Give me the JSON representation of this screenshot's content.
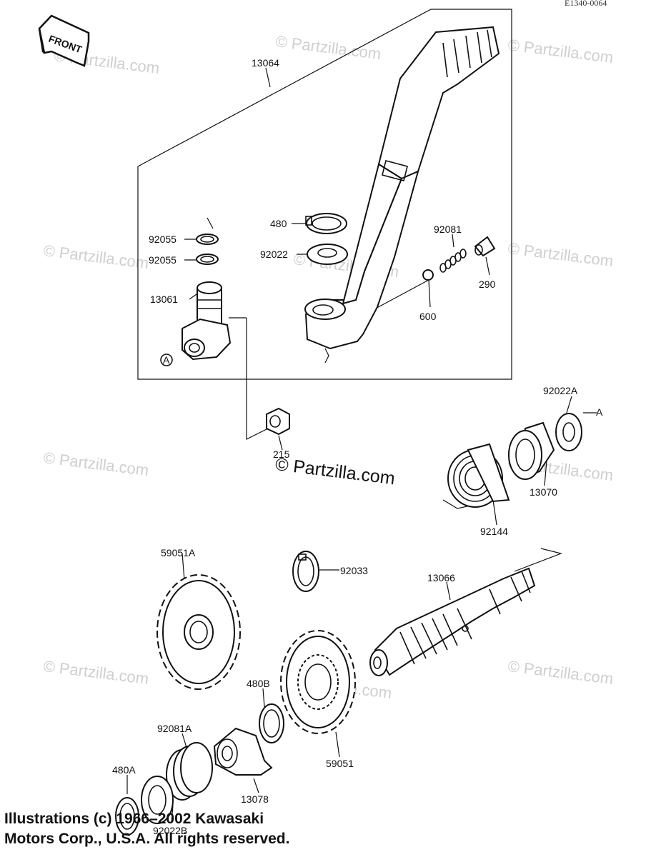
{
  "diagram": {
    "code": "E1340-0064",
    "front_label": "FRONT",
    "center_watermark": "© Partzilla.com",
    "watermark": "© Partzilla.com",
    "copyright_line1": "Illustrations (c) 1966–2002 Kawasaki",
    "copyright_line2": "Motors Corp., U.S.A.  All rights reserved.",
    "ref_a": "A",
    "parts": [
      {
        "id": "13064"
      },
      {
        "id": "480"
      },
      {
        "id": "92081"
      },
      {
        "id": "92022"
      },
      {
        "id": "92055"
      },
      {
        "id": "92055"
      },
      {
        "id": "290"
      },
      {
        "id": "13061"
      },
      {
        "id": "600"
      },
      {
        "id": "92022A"
      },
      {
        "id": "215"
      },
      {
        "id": "13070"
      },
      {
        "id": "92144"
      },
      {
        "id": "59051A"
      },
      {
        "id": "92033"
      },
      {
        "id": "13066"
      },
      {
        "id": "480B"
      },
      {
        "id": "92081A"
      },
      {
        "id": "59051"
      },
      {
        "id": "480A"
      },
      {
        "id": "13078"
      },
      {
        "id": "92022B"
      }
    ]
  }
}
